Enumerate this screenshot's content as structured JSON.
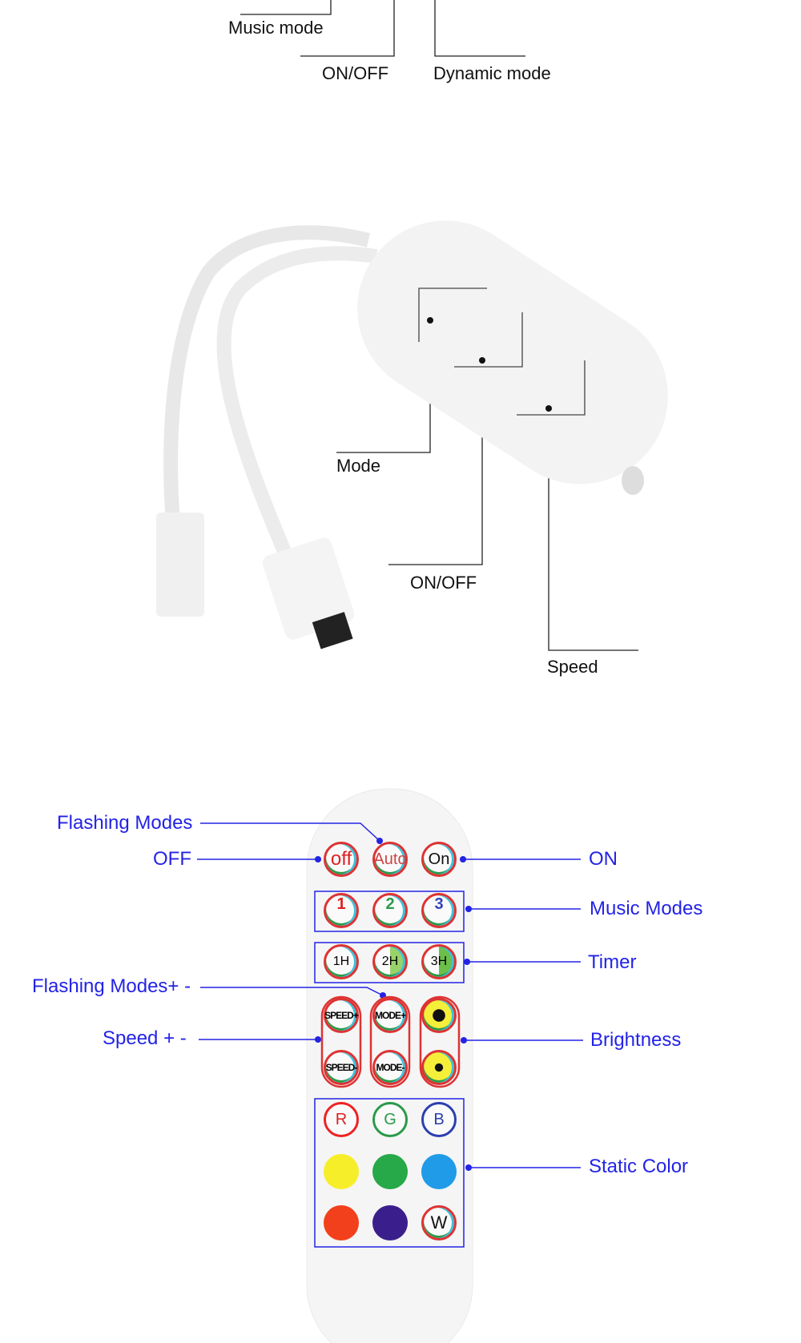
{
  "top_labels": {
    "music_mode": "Music mode",
    "on_off": "ON/OFF",
    "dynamic_mode": "Dynamic mode"
  },
  "controller_labels": {
    "mode": "Mode",
    "on_off": "ON/OFF",
    "speed": "Speed"
  },
  "remote_labels": {
    "flashing_modes": "Flashing Modes",
    "off": "OFF",
    "on": "ON",
    "music_modes": "Music Modes",
    "timer": "Timer",
    "flashing_modes_plus_minus": "Flashing Modes+ -",
    "speed_plus_minus": "Speed + -",
    "brightness": "Brightness",
    "static_color": "Static Color"
  },
  "remote_buttons": {
    "off": "off",
    "auto": "Auto",
    "on": "On",
    "music1": "1",
    "music2": "2",
    "music3": "3",
    "timer1": "1H",
    "timer2": "2H",
    "timer3": "3H",
    "speed_plus": "SPEED+",
    "mode_plus": "MODE+",
    "speed_minus": "SPEED-",
    "mode_minus": "MODE-",
    "r": "R",
    "g": "G",
    "b": "B",
    "w": "W"
  },
  "colors": {
    "label_blue": "#2323e6",
    "yellow": "#f7ee2a",
    "green": "#27a849",
    "blue": "#1f9be8",
    "red": "#f2401c",
    "purple": "#3a1f8c"
  }
}
